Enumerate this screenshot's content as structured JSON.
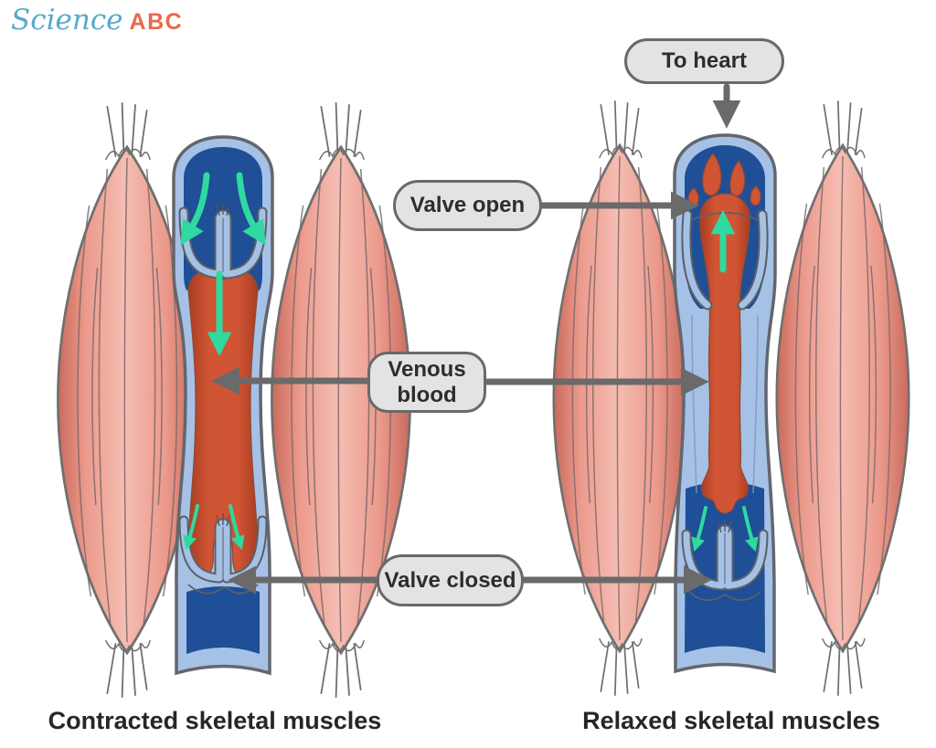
{
  "logo": {
    "science": "Science",
    "abc": "ABC"
  },
  "labels": {
    "to_heart": "To heart",
    "valve_open": "Valve open",
    "venous_blood": "Venous blood",
    "valve_closed": "Valve closed"
  },
  "captions": {
    "left": "Contracted skeletal muscles",
    "right": "Relaxed skeletal muscles"
  },
  "icons": {
    "connector_arrow": "gray-arrow",
    "flow_arrow": "green-flow-arrow"
  },
  "colors": {
    "page_bg": "#ffffff",
    "logo_science": "#57a8ca",
    "logo_abc": "#e8694b",
    "label_fill": "#e3e3e3",
    "label_border": "#696969",
    "label_text": "#2d2d2d",
    "connector": "#6a6a6a",
    "caption_text": "#262626",
    "muscle_light": "#f5bdb2",
    "muscle_mid": "#eb9a8c",
    "muscle_dark": "#c96a5c",
    "muscle_stria": "#7d686a",
    "outline": "#6f6f6f",
    "vein_wall": "#a6c1e6",
    "vein_lumen": "#1e4f97",
    "blood_red": "#cf5534",
    "blood_dark": "#a93c20",
    "flow_green": "#2fd9a0"
  }
}
